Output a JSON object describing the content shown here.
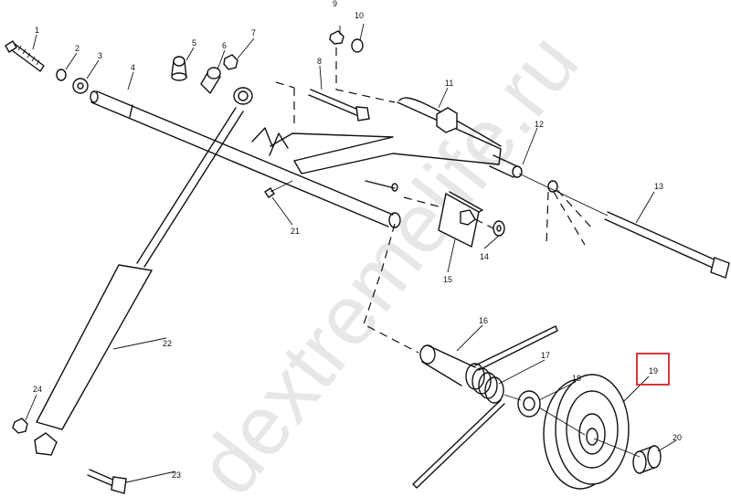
{
  "diagram": {
    "callouts": [
      "1",
      "2",
      "3",
      "4",
      "5",
      "6",
      "7",
      "8",
      "9",
      "10",
      "11",
      "12",
      "13",
      "14",
      "15",
      "16",
      "17",
      "18",
      "19",
      "20",
      "21",
      "22",
      "23",
      "24"
    ],
    "highlighted_callout": "19",
    "highlight_color": "#d9363e"
  },
  "watermark": "dextremelife.ru"
}
